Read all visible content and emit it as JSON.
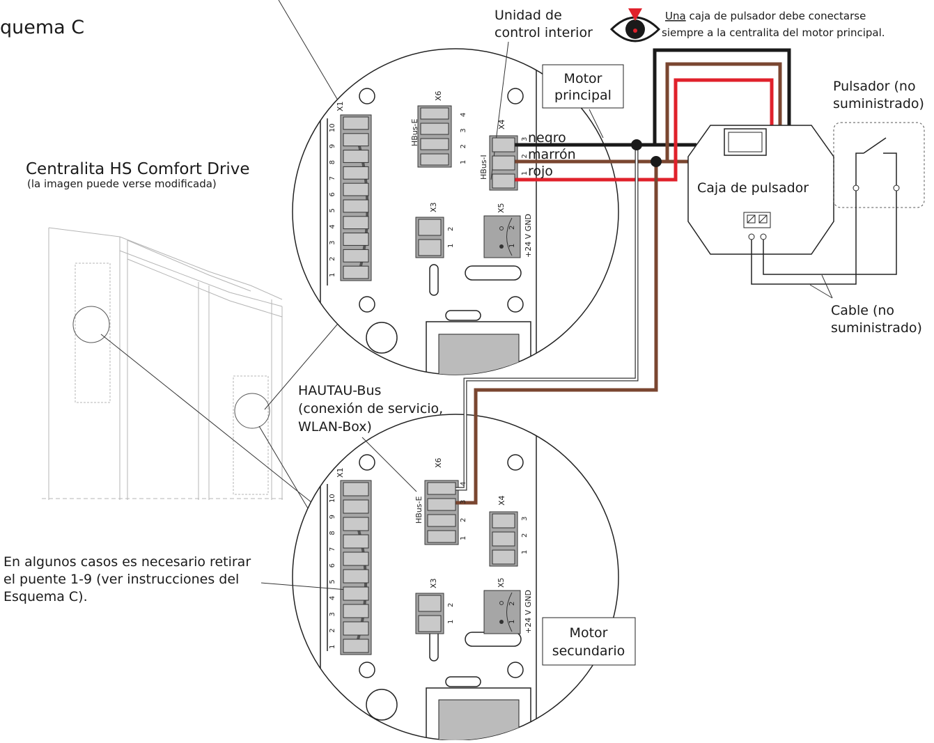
{
  "title": "quema C",
  "drive": {
    "title": "Centralita HS Comfort Drive",
    "subtitle": "(la imagen puede verse modificada)"
  },
  "indoor_unit": {
    "line1": "Unidad de",
    "line2": "control interior"
  },
  "warning": {
    "underlined": "Una",
    "line1_rest": " caja de pulsador debe conectarse",
    "line2": "siempre a la centralita del motor principal."
  },
  "motor_main": {
    "line1": "Motor",
    "line2": "principal"
  },
  "motor_secondary": {
    "line1": "Motor",
    "line2": "secundario"
  },
  "wires": {
    "black": "negro",
    "brown": "marrón",
    "red": "rojo"
  },
  "switch_box": {
    "label": "Caja de pulsador"
  },
  "pushbutton": {
    "line1": "Pulsador (no",
    "line2": "suministrado)"
  },
  "cable": {
    "line1": "Cable (no",
    "line2": "suministrado)"
  },
  "hautau": {
    "line1": "HAUTAU-Bus",
    "line2": "(conexión de servicio,",
    "line3": "WLAN-Box)"
  },
  "note": {
    "line1": "En algunos casos es necesario retirar",
    "line2": "el puente 1-9 (ver instrucciones del",
    "line3": "Esquema C)."
  },
  "board": {
    "x1": "X1",
    "x3": "X3",
    "x4": "X4",
    "x5": "X5",
    "x6": "X6",
    "hbus_e": "HBus-E",
    "hbus_i": "HBus-I",
    "v24": "+24 V GND",
    "x1_pins": [
      "1",
      "2",
      "3",
      "4",
      "5",
      "6",
      "7",
      "8",
      "9",
      "10"
    ],
    "x6_pins": [
      "1",
      "2",
      "3",
      "4"
    ],
    "x4_pins": [
      "1",
      "2",
      "3"
    ],
    "x3_pins": [
      "1",
      "2"
    ],
    "x5_pins": [
      "1",
      "2"
    ]
  },
  "colors": {
    "black": "#1a1a1a",
    "brown": "#7a4630",
    "red": "#e0212b",
    "gray": "#9a9a9a"
  }
}
